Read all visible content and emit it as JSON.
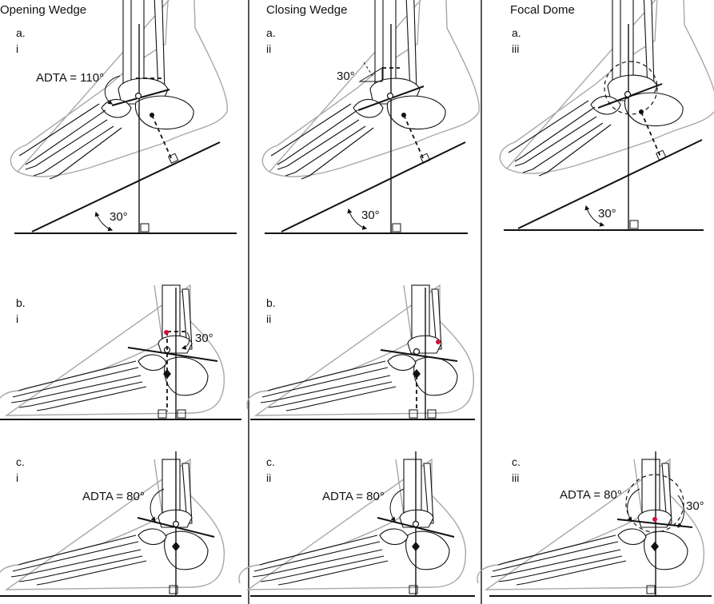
{
  "figure": {
    "columns": [
      {
        "id": "opening",
        "heading": "Opening Wedge"
      },
      {
        "id": "closing",
        "heading": "Closing Wedge"
      },
      {
        "id": "focal",
        "heading": "Focal Dome"
      }
    ],
    "panels": {
      "a_i": {
        "letter": "a.",
        "roman": "i",
        "angle_label": "30°",
        "adta_label": "ADTA = 110°"
      },
      "a_ii": {
        "letter": "a.",
        "roman": "ii",
        "angle_label": "30°",
        "wedge_label": "30°"
      },
      "a_iii": {
        "letter": "a.",
        "roman": "iii",
        "angle_label": "30°"
      },
      "b_i": {
        "letter": "b.",
        "roman": "i",
        "angle_label": "30°"
      },
      "b_ii": {
        "letter": "b.",
        "roman": "ii"
      },
      "c_i": {
        "letter": "c.",
        "roman": "i",
        "adta_label": "ADTA = 80°"
      },
      "c_ii": {
        "letter": "c.",
        "roman": "ii",
        "adta_label": "ADTA = 80°"
      },
      "c_iii": {
        "letter": "c.",
        "roman": "iii",
        "adta_label": "ADTA = 80°",
        "angle_label": "30°"
      }
    },
    "colors": {
      "ink": "#111111",
      "skin_outline": "#a8a8a8",
      "marker": "#d0103a",
      "background": "#ffffff"
    }
  }
}
